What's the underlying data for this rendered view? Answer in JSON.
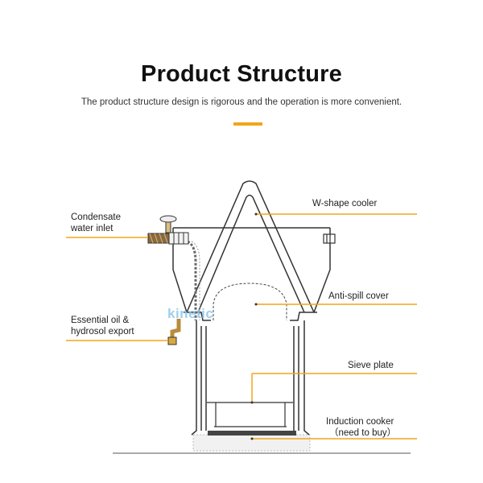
{
  "header": {
    "title": "Product Structure",
    "subtitle": "The product structure design is rigorous and the operation is more convenient."
  },
  "labels": {
    "condensate_line1": "Condensate",
    "condensate_line2": "water inlet",
    "essential_line1": "Essential oil &",
    "essential_line2": "hydrosol export",
    "w_shape_cooler": "W-shape cooler",
    "anti_spill_cover": "Anti-spill cover",
    "sieve_plate": "Sieve plate",
    "induction_line1": "Induction cooker",
    "induction_line2": "（need to buy）"
  },
  "watermark": "kinetic",
  "colors": {
    "accent": "#F2A51A",
    "line": "#333333",
    "watermark": "#8EC6EC"
  }
}
